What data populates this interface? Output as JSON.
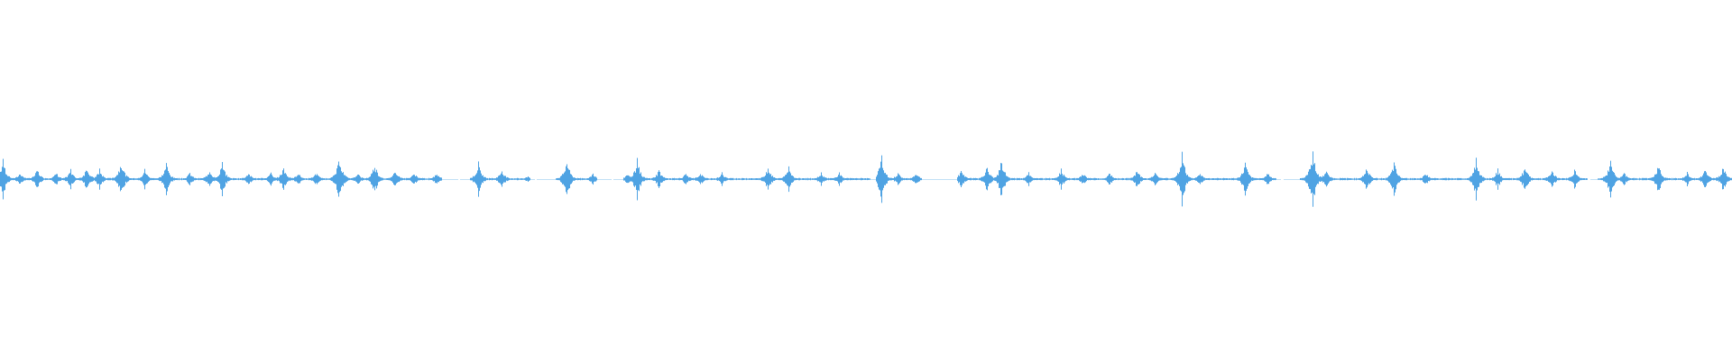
{
  "waveform": {
    "color": "#4fa3e3",
    "background": "#ffffff",
    "clusters": [
      {
        "t": 0.003,
        "a": 0.06
      },
      {
        "t": 0.022,
        "a": 0.02
      },
      {
        "t": 0.041,
        "a": 0.03
      },
      {
        "t": 0.062,
        "a": 0.02
      },
      {
        "t": 0.078,
        "a": 0.03
      },
      {
        "t": 0.096,
        "a": 0.04
      },
      {
        "t": 0.11,
        "a": 0.03
      },
      {
        "t": 0.134,
        "a": 0.06
      },
      {
        "t": 0.16,
        "a": 0.03
      },
      {
        "t": 0.184,
        "a": 0.05
      },
      {
        "t": 0.21,
        "a": 0.02
      },
      {
        "t": 0.232,
        "a": 0.03
      },
      {
        "t": 0.246,
        "a": 0.05
      },
      {
        "t": 0.275,
        "a": 0.02
      },
      {
        "t": 0.3,
        "a": 0.02
      },
      {
        "t": 0.314,
        "a": 0.04
      },
      {
        "t": 0.33,
        "a": 0.02
      },
      {
        "t": 0.35,
        "a": 0.02
      },
      {
        "t": 0.376,
        "a": 0.07
      },
      {
        "t": 0.396,
        "a": 0.02
      },
      {
        "t": 0.415,
        "a": 0.05
      },
      {
        "t": 0.438,
        "a": 0.03
      },
      {
        "t": 0.459,
        "a": 0.02
      },
      {
        "t": 0.484,
        "a": 0.02
      },
      {
        "t": 0.53,
        "a": 0.05
      },
      {
        "t": 0.556,
        "a": 0.03
      },
      {
        "t": 0.585,
        "a": 0.01
      },
      {
        "t": 0.628,
        "a": 0.06
      },
      {
        "t": 0.657,
        "a": 0.02
      },
      {
        "t": 0.696,
        "a": 0.02
      },
      {
        "t": 0.706,
        "a": 0.06
      },
      {
        "t": 0.73,
        "a": 0.03
      },
      {
        "t": 0.76,
        "a": 0.02
      },
      {
        "t": 0.776,
        "a": 0.02
      },
      {
        "t": 0.8,
        "a": 0.02
      },
      {
        "t": 0.851,
        "a": 0.04
      },
      {
        "t": 0.874,
        "a": 0.04
      },
      {
        "t": 0.91,
        "a": 0.02
      },
      {
        "t": 0.93,
        "a": 0.02
      },
      {
        "t": 0.977,
        "a": 0.07
      },
      {
        "t": 0.995,
        "a": 0.02
      },
      {
        "t": 1.015,
        "a": 0.02
      },
      {
        "t": 1.065,
        "a": 0.03
      },
      {
        "t": 1.094,
        "a": 0.04
      },
      {
        "t": 1.11,
        "a": 0.06
      },
      {
        "t": 1.14,
        "a": 0.02
      },
      {
        "t": 1.176,
        "a": 0.03
      },
      {
        "t": 1.2,
        "a": 0.02
      },
      {
        "t": 1.23,
        "a": 0.02
      },
      {
        "t": 1.26,
        "a": 0.03
      },
      {
        "t": 1.28,
        "a": 0.02
      },
      {
        "t": 1.31,
        "a": 0.08
      },
      {
        "t": 1.33,
        "a": 0.02
      },
      {
        "t": 1.38,
        "a": 0.05
      },
      {
        "t": 1.405,
        "a": 0.02
      },
      {
        "t": 1.455,
        "a": 0.09
      },
      {
        "t": 1.47,
        "a": 0.03
      },
      {
        "t": 1.515,
        "a": 0.04
      },
      {
        "t": 1.545,
        "a": 0.05
      },
      {
        "t": 1.58,
        "a": 0.02
      },
      {
        "t": 1.636,
        "a": 0.06
      },
      {
        "t": 1.66,
        "a": 0.03
      },
      {
        "t": 1.69,
        "a": 0.04
      },
      {
        "t": 1.72,
        "a": 0.03
      },
      {
        "t": 1.745,
        "a": 0.03
      },
      {
        "t": 1.785,
        "a": 0.06
      },
      {
        "t": 1.8,
        "a": 0.02
      },
      {
        "t": 1.838,
        "a": 0.05
      },
      {
        "t": 1.87,
        "a": 0.02
      },
      {
        "t": 1.89,
        "a": 0.03
      },
      {
        "t": 1.91,
        "a": 0.04
      }
    ],
    "gaps": [
      {
        "start": 0.49,
        "end": 0.52
      },
      {
        "start": 0.588,
        "end": 0.615
      },
      {
        "start": 0.662,
        "end": 0.69
      },
      {
        "start": 0.965,
        "end": 0.97
      },
      {
        "start": 1.022,
        "end": 1.06
      },
      {
        "start": 1.415,
        "end": 1.44
      },
      {
        "start": 1.76,
        "end": 1.77
      }
    ]
  }
}
